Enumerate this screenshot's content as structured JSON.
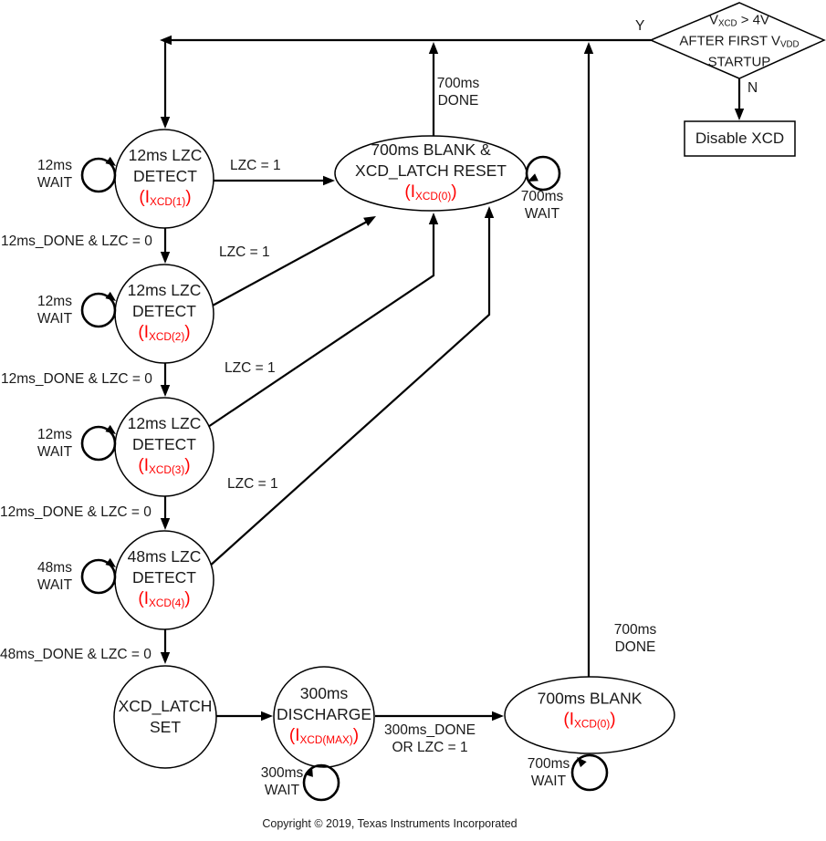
{
  "colors": {
    "accent_red": "#ff0000",
    "line_black": "#000000"
  },
  "decision": {
    "yes": "Y",
    "no": "N",
    "line1_pre": "V",
    "line1_sub": "XCD",
    "line1_post": " > 4V",
    "line2_pre": "AFTER FIRST V",
    "line2_sub": "VDD",
    "line3": "STARTUP",
    "disable_label": "Disable XCD"
  },
  "states": {
    "detect1": {
      "line1": "12ms LZC",
      "line2": "DETECT",
      "cur_pre": "(I",
      "cur_sub": "XCD(1)",
      "cur_post": ")"
    },
    "detect2": {
      "line1": "12ms LZC",
      "line2": "DETECT",
      "cur_pre": "(I",
      "cur_sub": "XCD(2)",
      "cur_post": ")"
    },
    "detect3": {
      "line1": "12ms LZC",
      "line2": "DETECT",
      "cur_pre": "(I",
      "cur_sub": "XCD(3)",
      "cur_post": ")"
    },
    "detect4": {
      "line1": "48ms LZC",
      "line2": "DETECT",
      "cur_pre": "(I",
      "cur_sub": "XCD(4)",
      "cur_post": ")"
    },
    "latch_set": {
      "line1": "XCD_LATCH",
      "line2": "SET"
    },
    "discharge": {
      "line1": "300ms",
      "line2": "DISCHARGE",
      "cur_pre": "(I",
      "cur_sub": "XCD(MAX)",
      "cur_post": ")"
    },
    "blank_reset": {
      "line1": "700ms BLANK &",
      "line2": "XCD_LATCH RESET",
      "cur_pre": "(I",
      "cur_sub": "XCD(0)",
      "cur_post": ")"
    },
    "blank": {
      "line1": "700ms BLANK",
      "cur_pre": "(I",
      "cur_sub": "XCD(0)",
      "cur_post": ")"
    }
  },
  "labels": {
    "lzc_eq_1": "LZC = 1",
    "done_12ms": "12ms_DONE & LZC = 0",
    "done_48ms": "48ms_DONE & LZC = 0",
    "wait_12ms": {
      "l1": "12ms",
      "l2": "WAIT"
    },
    "wait_48ms": {
      "l1": "48ms",
      "l2": "WAIT"
    },
    "wait_300ms": {
      "l1": "300ms",
      "l2": "WAIT"
    },
    "wait_700ms": {
      "l1": "700ms",
      "l2": "WAIT"
    },
    "done_700ms": {
      "l1": "700ms",
      "l2": "DONE"
    },
    "discharge_done": {
      "l1": "300ms_DONE",
      "l2": "OR LZC = 1"
    }
  },
  "footer": {
    "copyright": "Copyright © 2019, Texas Instruments Incorporated"
  }
}
